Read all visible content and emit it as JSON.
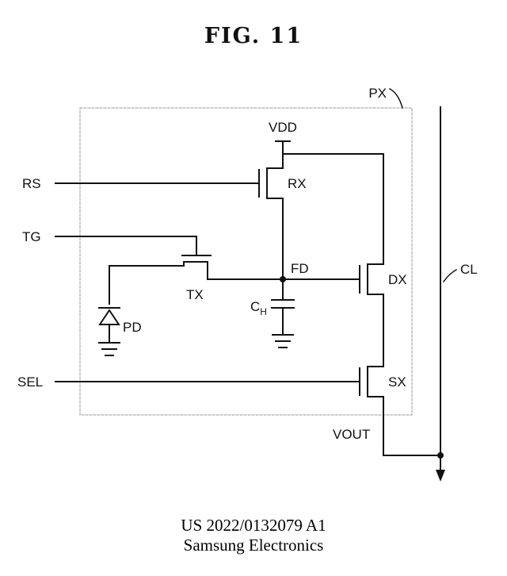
{
  "figure": {
    "title": "FIG. 11"
  },
  "labels": {
    "px": "PX",
    "vdd": "VDD",
    "rs": "RS",
    "rx": "RX",
    "tg": "TG",
    "fd": "FD",
    "dx": "DX",
    "cl": "CL",
    "tx": "TX",
    "ch_main": "C",
    "ch_sub": "H",
    "pd": "PD",
    "sel": "SEL",
    "sx": "SX",
    "vout": "VOUT"
  },
  "footer": {
    "publication": "US 2022/0132079 A1",
    "assignee": "Samsung Electronics"
  }
}
